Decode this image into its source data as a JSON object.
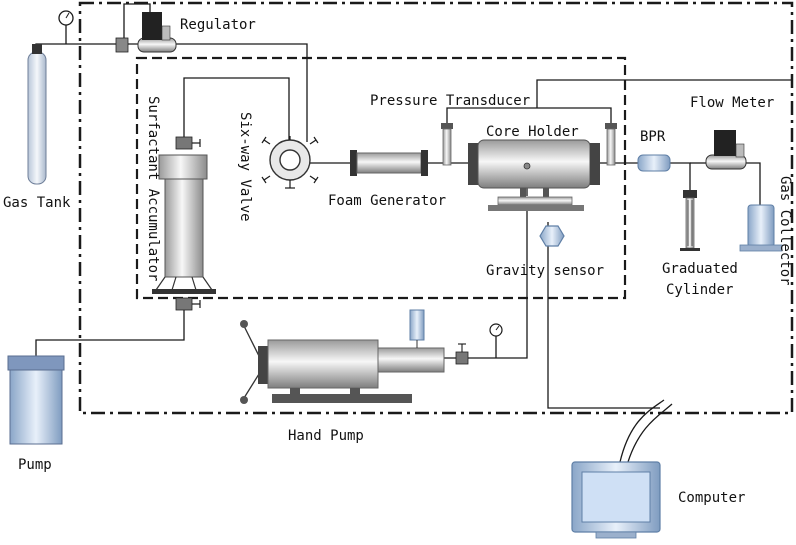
{
  "labels": {
    "regulator": "Regulator",
    "gas_tank": "Gas Tank",
    "surfactant_accumulator": "Surfactant Accumulator",
    "six_way_valve": "Six-way Valve",
    "foam_generator": "Foam Generator",
    "pressure_transducer": "Pressure Transducer",
    "core_holder": "Core Holder",
    "bpr": "BPR",
    "flow_meter": "Flow Meter",
    "gas_collector": "Gas Collector",
    "graduated_cylinder_line1": "Graduated",
    "graduated_cylinder_line2": "Cylinder",
    "gravity_sensor": "Gravity sensor",
    "pump": "Pump",
    "hand_pump": "Hand Pump",
    "computer": "Computer"
  },
  "colors": {
    "line": "#1a1a1a",
    "metal_dark": "#8a8a8a",
    "metal_light": "#f2f2f2",
    "gauge_blue": "#7a8fb0",
    "screen_blue": "#cfe0f5",
    "base_dark": "#555555"
  },
  "icons": [
    "gas-cylinder-icon",
    "pressure-gauge-icon",
    "valve-icon",
    "six-way-valve-icon",
    "hex-sensor-icon",
    "computer-monitor-icon"
  ]
}
